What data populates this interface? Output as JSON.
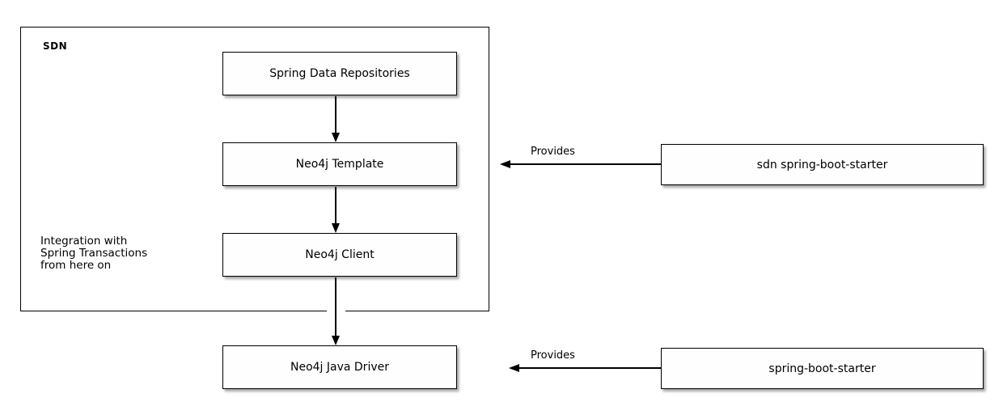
{
  "group": {
    "label": "SDN"
  },
  "note": {
    "lines": [
      "Integration with",
      "Spring Transactions",
      "from here on"
    ]
  },
  "nodes": {
    "repositories": {
      "label": "Spring Data Repositories"
    },
    "template": {
      "label": "Neo4j Template"
    },
    "client": {
      "label": "Neo4j Client"
    },
    "driver": {
      "label": "Neo4j Java Driver"
    },
    "sdn_starter": {
      "label": "sdn spring-boot-starter"
    },
    "boot_starter": {
      "label": "spring-boot-starter"
    }
  },
  "edges": [
    {
      "from": "Spring Data Repositories",
      "to": "Neo4j Template",
      "label": ""
    },
    {
      "from": "Neo4j Template",
      "to": "Neo4j Client",
      "label": ""
    },
    {
      "from": "Neo4j Client",
      "to": "Neo4j Java Driver",
      "label": ""
    },
    {
      "from": "sdn spring-boot-starter",
      "to": "Neo4j Template",
      "label": "Provides"
    },
    {
      "from": "spring-boot-starter",
      "to": "Neo4j Java Driver",
      "label": "Provides"
    }
  ],
  "colors": {
    "stroke": "#000000",
    "node_fill": "#fefefe",
    "background": "#ffffff",
    "shadow_rgba": "rgba(0,0,0,0.35)"
  }
}
